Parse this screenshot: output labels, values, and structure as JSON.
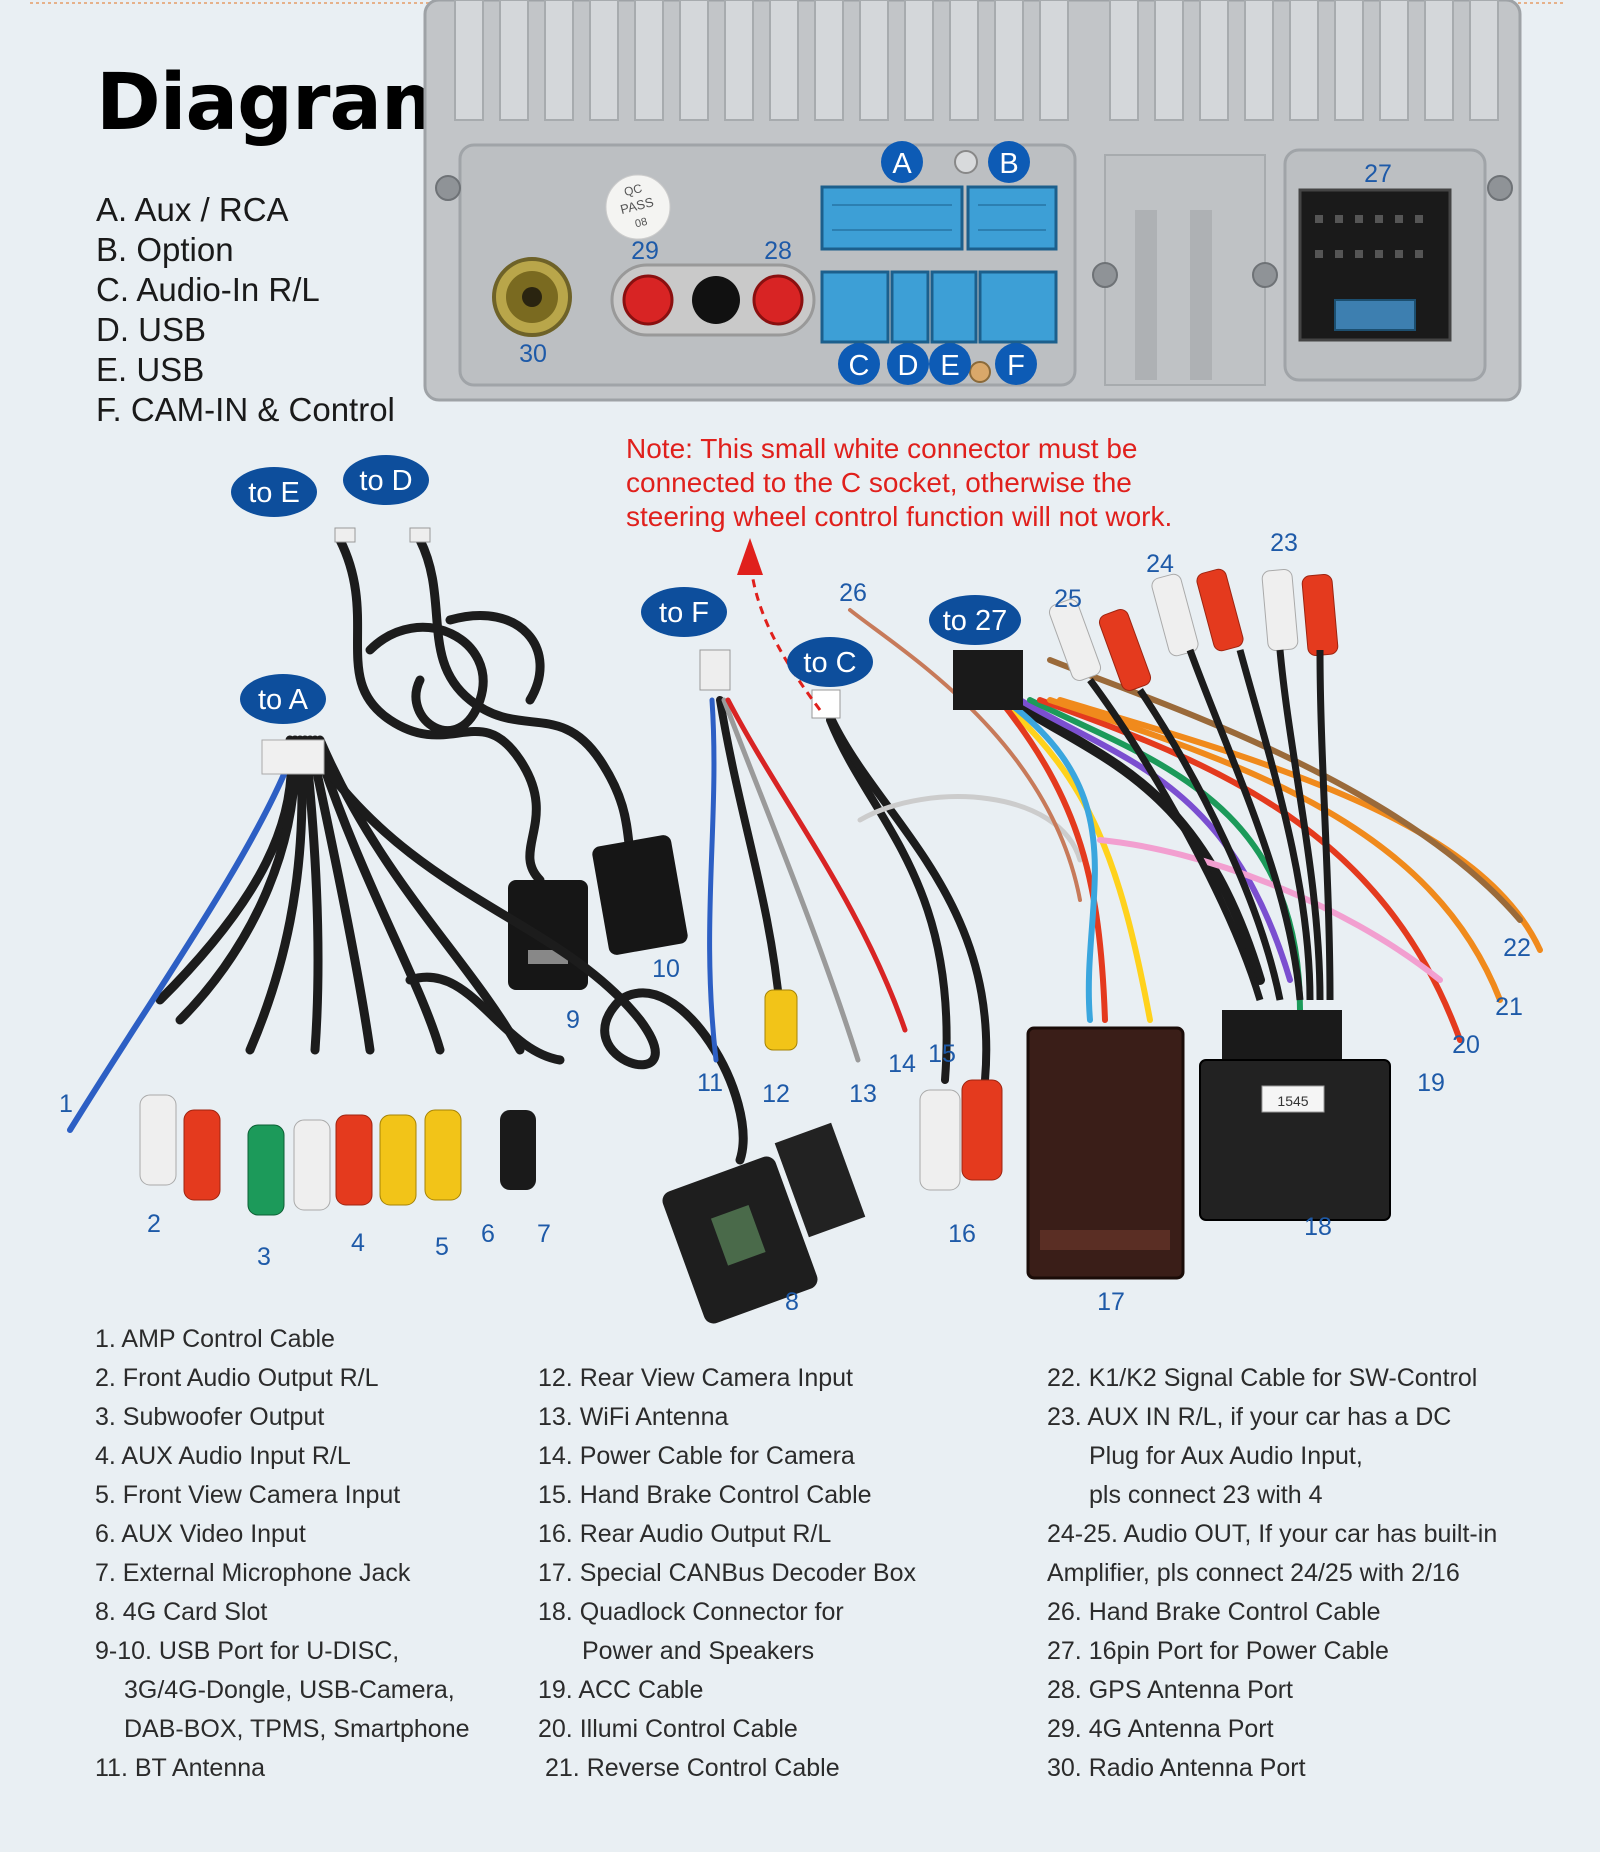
{
  "title": "Diagram",
  "legend": [
    "A. Aux / RCA",
    "B. Option",
    "C. Audio-In R/L",
    "D. USB",
    "E. USB",
    "F. CAM-IN & Control"
  ],
  "note": {
    "line1": "Note: This small white connector must be",
    "line2": "connected to the C socket, otherwise the",
    "line3": "steering wheel control function will not work."
  },
  "qc_label": {
    "line1": "QC",
    "line2": "PASS",
    "line3": "08"
  },
  "socket_letters": [
    "A",
    "B",
    "C",
    "D",
    "E",
    "F"
  ],
  "port_numbers": {
    "n27": "27",
    "n28": "28",
    "n29": "29",
    "n30": "30"
  },
  "badges": {
    "to_e": "to E",
    "to_d": "to D",
    "to_a": "to A",
    "to_f": "to F",
    "to_c": "to C",
    "to_27": "to 27"
  },
  "cable_numbers": [
    "1",
    "2",
    "3",
    "4",
    "5",
    "6",
    "7",
    "8",
    "9",
    "10",
    "11",
    "12",
    "13",
    "14",
    "15",
    "16",
    "17",
    "18",
    "19",
    "20",
    "21",
    "22",
    "23",
    "24",
    "25",
    "26"
  ],
  "decoder_label": "1545",
  "parts_list": {
    "col1": [
      "1. AMP Control Cable",
      "2. Front Audio Output R/L",
      "3. Subwoofer Output",
      "4. AUX Audio Input R/L",
      "5. Front View Camera Input",
      "6. AUX Video Input",
      "7. External Microphone Jack",
      "8. 4G Card Slot",
      "9-10. USB Port for U-DISC,",
      "3G/4G-Dongle, USB-Camera,",
      "DAB-BOX, TPMS, Smartphone",
      "11. BT Antenna"
    ],
    "col2": [
      "12. Rear View Camera Input",
      "13. WiFi Antenna",
      "14. Power Cable for Camera",
      "15. Hand Brake Control Cable",
      "16. Rear Audio Output R/L",
      "17. Special CANBus Decoder Box",
      "18. Quadlock Connector for",
      "Power and Speakers",
      "19. ACC Cable",
      "20. Illumi Control Cable",
      "21. Reverse Control Cable"
    ],
    "col3": [
      "22. K1/K2 Signal Cable for SW-Control",
      "23. AUX IN R/L, if your car has a DC",
      "Plug for Aux Audio Input,",
      "pls connect 23 with 4",
      "24-25. Audio OUT, If your car has built-in",
      "Amplifier, pls connect 24/25 with 2/16",
      "26. Hand Brake Control Cable",
      "27. 16pin Port for Power Cable",
      "28. GPS Antenna Port",
      "29. 4G Antenna Port",
      "30. Radio Antenna Port"
    ]
  },
  "colors": {
    "label_blue": "#1e5aa8",
    "badge_blue": "#0d4e9c",
    "note_red": "#e0201c",
    "socket_blue": "#3d9fd6"
  }
}
